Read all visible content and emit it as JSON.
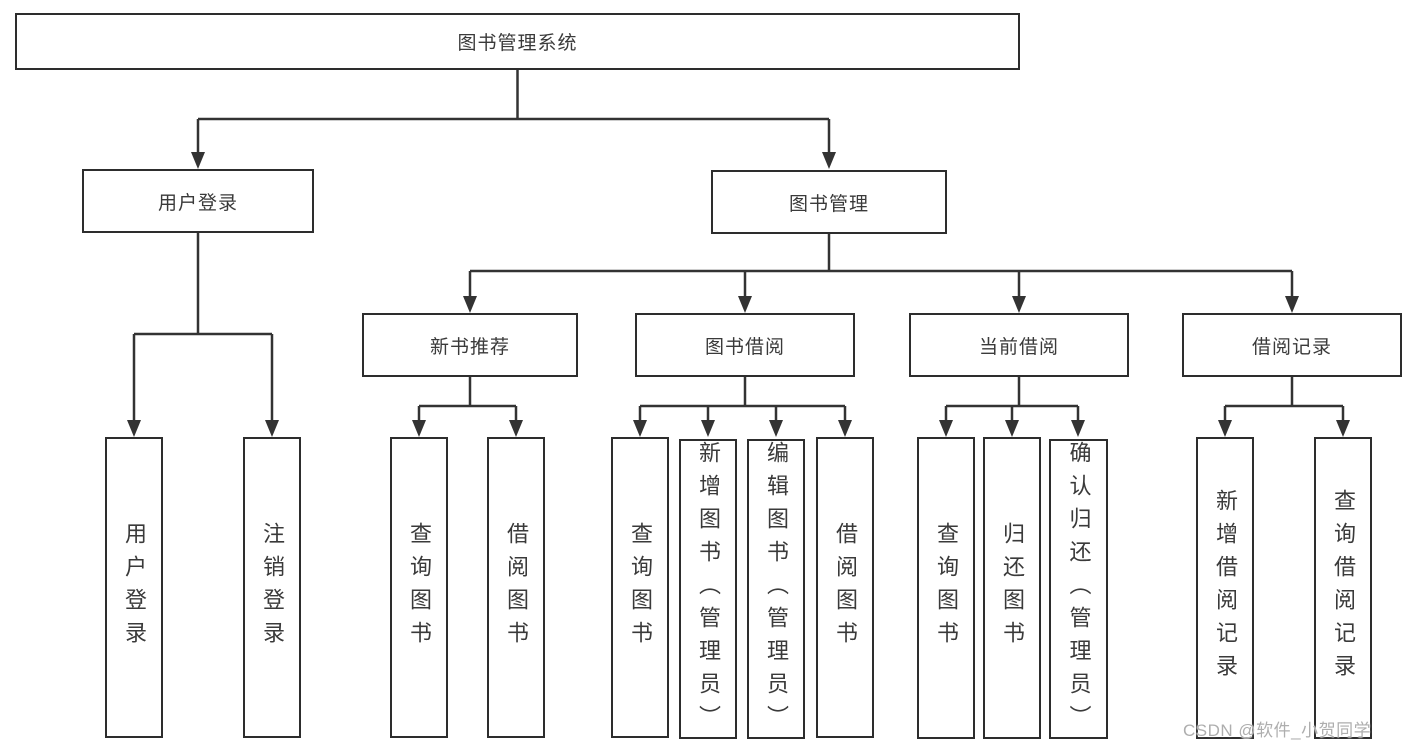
{
  "diagram": {
    "root": {
      "label": "图书管理系统"
    },
    "branches": {
      "user_login": {
        "label": "用户登录"
      },
      "book_mgmt": {
        "label": "图书管理"
      }
    },
    "modules": {
      "new_book_rec": {
        "label": "新书推荐"
      },
      "book_borrow": {
        "label": "图书借阅"
      },
      "current_borrow": {
        "label": "当前借阅"
      },
      "borrow_record": {
        "label": "借阅记录"
      }
    },
    "leaves": {
      "user_login": {
        "label": "用户登录"
      },
      "logout": {
        "label": "注销登录"
      },
      "rec_query_book": {
        "label": "查询图书"
      },
      "rec_borrow_book": {
        "label": "借阅图书"
      },
      "bb_query_book": {
        "label": "查询图书"
      },
      "bb_add_book": {
        "label": "新增图书（管理员）"
      },
      "bb_edit_book": {
        "label": "编辑图书（管理员）"
      },
      "bb_borrow_book": {
        "label": "借阅图书"
      },
      "cb_query_book": {
        "label": "查询图书"
      },
      "cb_return_book": {
        "label": "归还图书"
      },
      "cb_confirm_return": {
        "label": "确认归还（管理员）"
      },
      "br_add_record": {
        "label": "新增借阅记录"
      },
      "br_query_record": {
        "label": "查询借阅记录"
      }
    }
  },
  "watermark": "CSDN @软件_小贺同学",
  "colors": {
    "line": "#333333",
    "box_border": "#2d2d2d",
    "text": "#3a3a3a",
    "watermark": "#aeaeae",
    "background": "#ffffff"
  }
}
